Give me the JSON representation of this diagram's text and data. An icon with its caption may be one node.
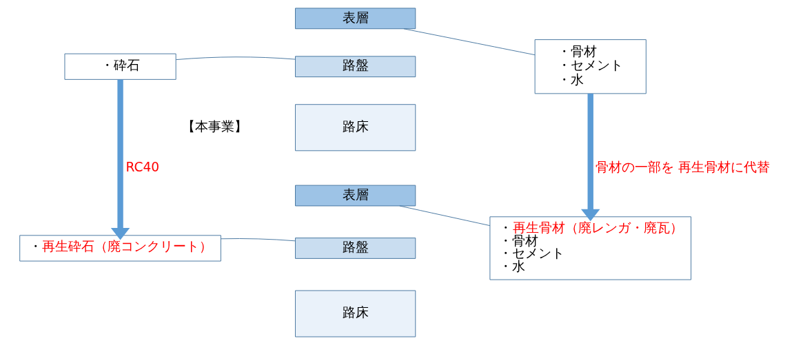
{
  "diagram": {
    "nodes": [
      {
        "text": [
          "表層"
        ]
      },
      {
        "text": [
          "路盤"
        ]
      },
      {
        "text": [
          "路床"
        ]
      },
      {
        "text": [
          "・砕石"
        ]
      },
      {
        "text": [
          "・骨材",
          "・セメント",
          "・水"
        ]
      },
      {
        "text": [
          "表層"
        ]
      },
      {
        "text": [
          "路盤"
        ]
      },
      {
        "text": [
          "路床"
        ]
      },
      {
        "text": [
          "・再生砕石（廃コンクリート）"
        ]
      },
      {
        "text": [
          "・再生骨材（廃レンガ・廃瓦）",
          "・骨材",
          "・セメント",
          "・水"
        ]
      }
    ],
    "edges": [
      {
        "from": 3,
        "to": 1,
        "arrow": "none"
      },
      {
        "from": 4,
        "to": 0,
        "arrow": "none"
      },
      {
        "from": 3,
        "to": 8,
        "arrow": "to",
        "label": "RC40",
        "style": "thick",
        "color": "#5b9bd5"
      },
      {
        "from": 4,
        "to": 9,
        "arrow": "to",
        "label": "骨材の一部を 再生骨材に代替",
        "style": "thick",
        "color": "#5b9bd5"
      },
      {
        "from": 8,
        "to": 6,
        "arrow": "none"
      },
      {
        "from": 9,
        "to": 5,
        "arrow": "none"
      }
    ],
    "labels": [
      "【本事業】"
    ]
  }
}
